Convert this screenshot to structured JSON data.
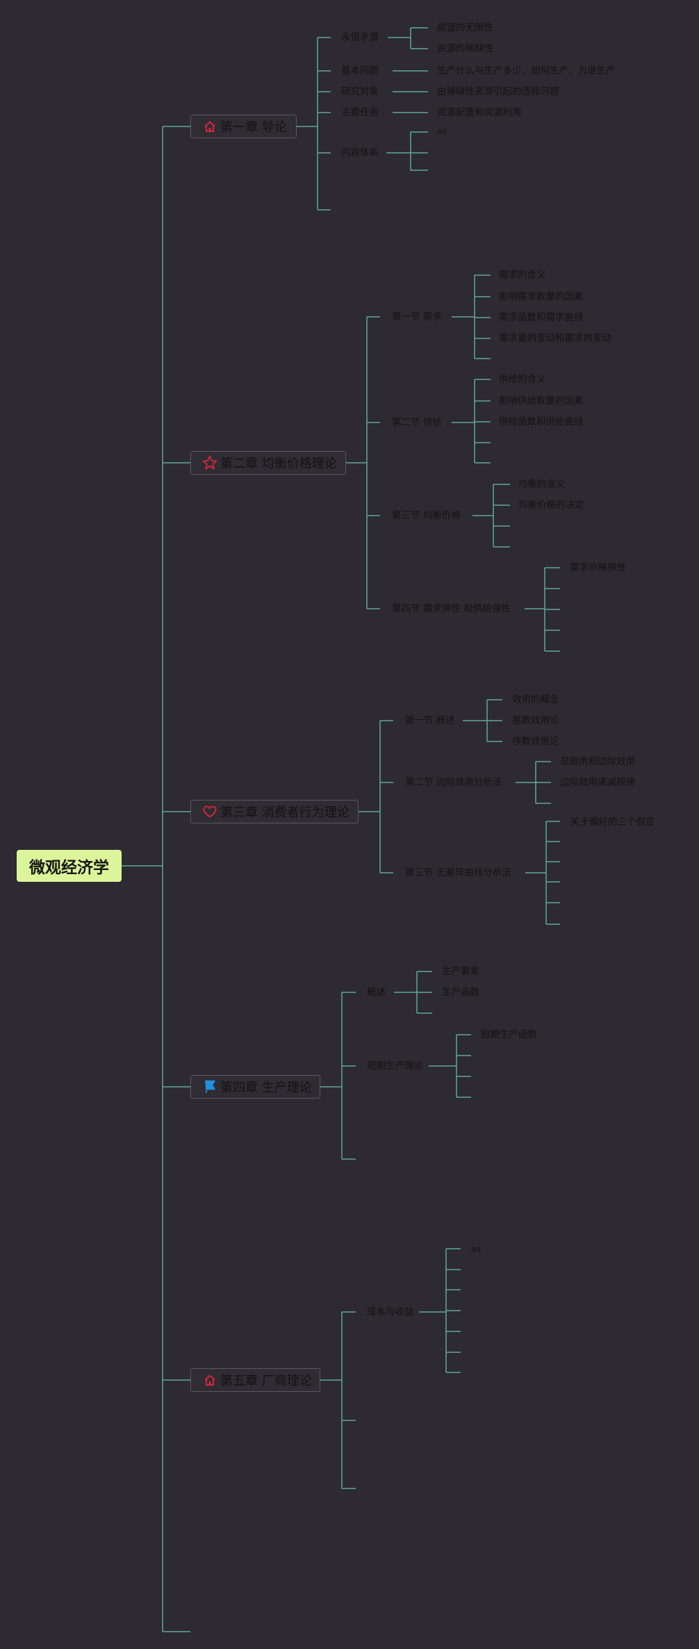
{
  "root": "微观经济学",
  "chapters": [
    {
      "title": "第一章 导论",
      "icon": "home-icon",
      "topics": [
        {
          "label": "永恒矛盾",
          "items": [
            "欲望的无限性",
            "资源的稀缺性"
          ]
        },
        {
          "label": "基本问题",
          "items": [
            "生产什么与生产多少、如何生产、为谁生产"
          ]
        },
        {
          "label": "研究对象",
          "items": [
            "由稀缺性资源引起的选择问题"
          ]
        },
        {
          "label": "主要任务",
          "items": [
            "资源配置和资源利用"
          ]
        },
        {
          "label": "内容体系",
          "items": [
            "aq"
          ]
        }
      ]
    },
    {
      "title": "第二章 均衡价格理论",
      "icon": "star-icon",
      "topics": [
        {
          "label": "第一节 需求",
          "items": [
            "需求的含义",
            "影响需求数量的因素",
            "需求函数和需求曲线",
            "需求量的变动和需求的变动"
          ]
        },
        {
          "label": "第二节 供给",
          "items": [
            "供给的含义",
            "影响供给数量的因素",
            "供给函数和供给曲线"
          ]
        },
        {
          "label": "第三节 均衡价格",
          "items": [
            "均衡的含义",
            "均衡价格的决定"
          ]
        },
        {
          "label": "第四节 需求弹性 和供给弹性",
          "items": [
            "需求价格弹性"
          ]
        }
      ]
    },
    {
      "title": "第三章 消费者行为理论",
      "icon": "heart-icon",
      "topics": [
        {
          "label": "第一节 概述",
          "items": [
            "效用的概念",
            "基数效用论",
            "序数效用论"
          ]
        },
        {
          "label": "第二节 边际效用分析法",
          "items": [
            "总效用和边际效用",
            "边际效用递减规律"
          ]
        },
        {
          "label": "第三节 无差异曲线分析法",
          "items": [
            "关于偏好的三个假定"
          ]
        }
      ]
    },
    {
      "title": "第四章 生产理论",
      "icon": "flag-icon",
      "topics": [
        {
          "label": "概述",
          "items": [
            "生产要素",
            "生产函数"
          ]
        },
        {
          "label": "短期生产理论",
          "items": [
            "短期生产函数"
          ]
        }
      ]
    },
    {
      "title": "第五章 厂商理论",
      "icon": "home-icon",
      "topics": [
        {
          "label": "成本与收益",
          "items": [
            "qq"
          ]
        }
      ]
    }
  ],
  "colors": {
    "background": "#2d2a31",
    "line": "#5fa8a0",
    "root": "#dcf59a",
    "icon_red": "#d8263c",
    "icon_blue": "#1f8fe0"
  }
}
